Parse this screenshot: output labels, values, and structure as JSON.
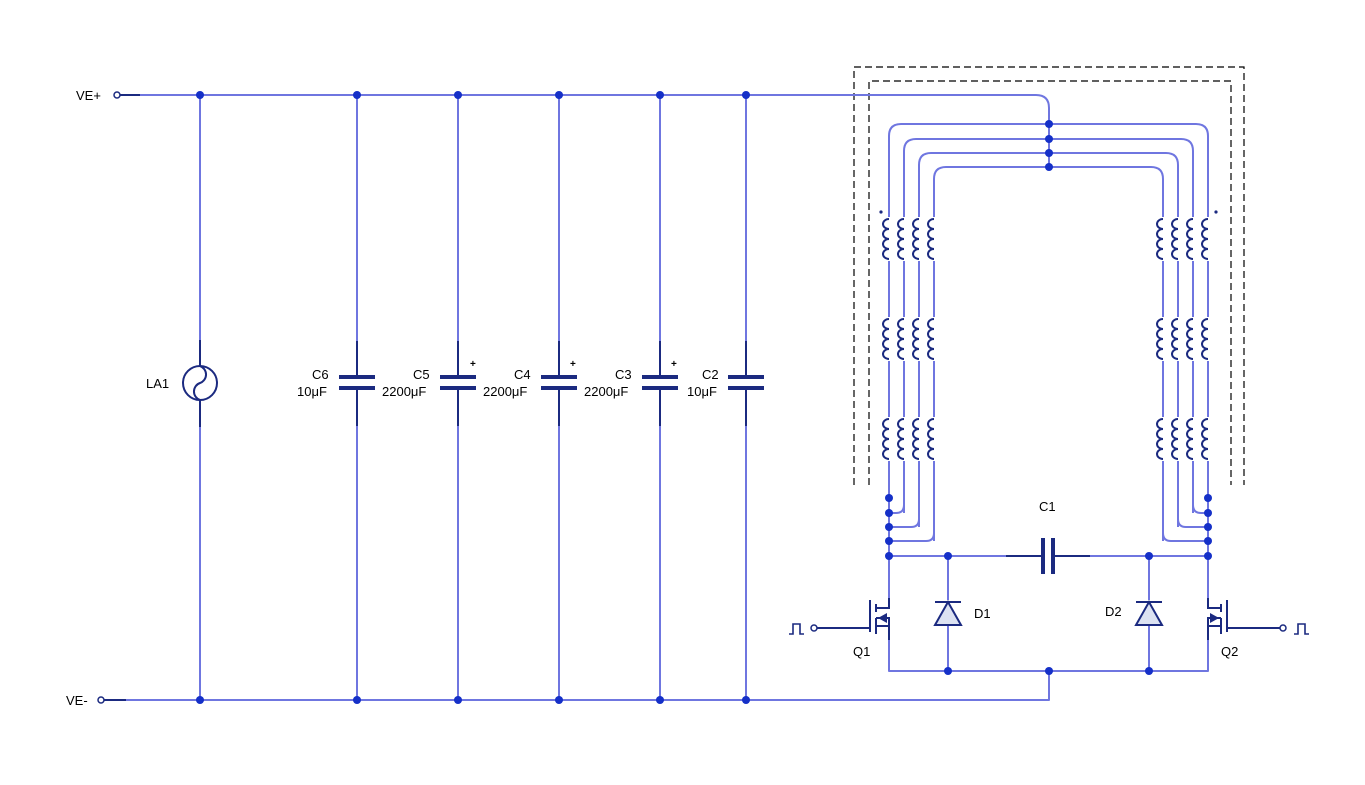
{
  "colors": {
    "wire": "#6f76e0",
    "component": "#1b2a80",
    "junction": "#1530c8",
    "label": "#000000",
    "shield": "#000000",
    "background": "#ffffff"
  },
  "rails": {
    "positive": "VE+",
    "negative": "VE-"
  },
  "lamp": {
    "ref": "LA1"
  },
  "capacitors": [
    {
      "ref": "C6",
      "value": "10μF",
      "polarized": false
    },
    {
      "ref": "C5",
      "value": "2200μF",
      "polarized": true
    },
    {
      "ref": "C4",
      "value": "2200μF",
      "polarized": true
    },
    {
      "ref": "C3",
      "value": "2200μF",
      "polarized": true
    },
    {
      "ref": "C2",
      "value": "10μF",
      "polarized": false
    }
  ],
  "polarity_mark": "+",
  "resonant_capacitor": {
    "ref": "C1"
  },
  "diodes": [
    {
      "ref": "D1"
    },
    {
      "ref": "D2"
    }
  ],
  "transistors": [
    {
      "ref": "Q1"
    },
    {
      "ref": "Q2"
    }
  ],
  "icons": [
    "pulse-input-icon",
    "lamp-icon",
    "inductor-icon",
    "diode-icon",
    "mosfet-icon",
    "capacitor-icon"
  ]
}
